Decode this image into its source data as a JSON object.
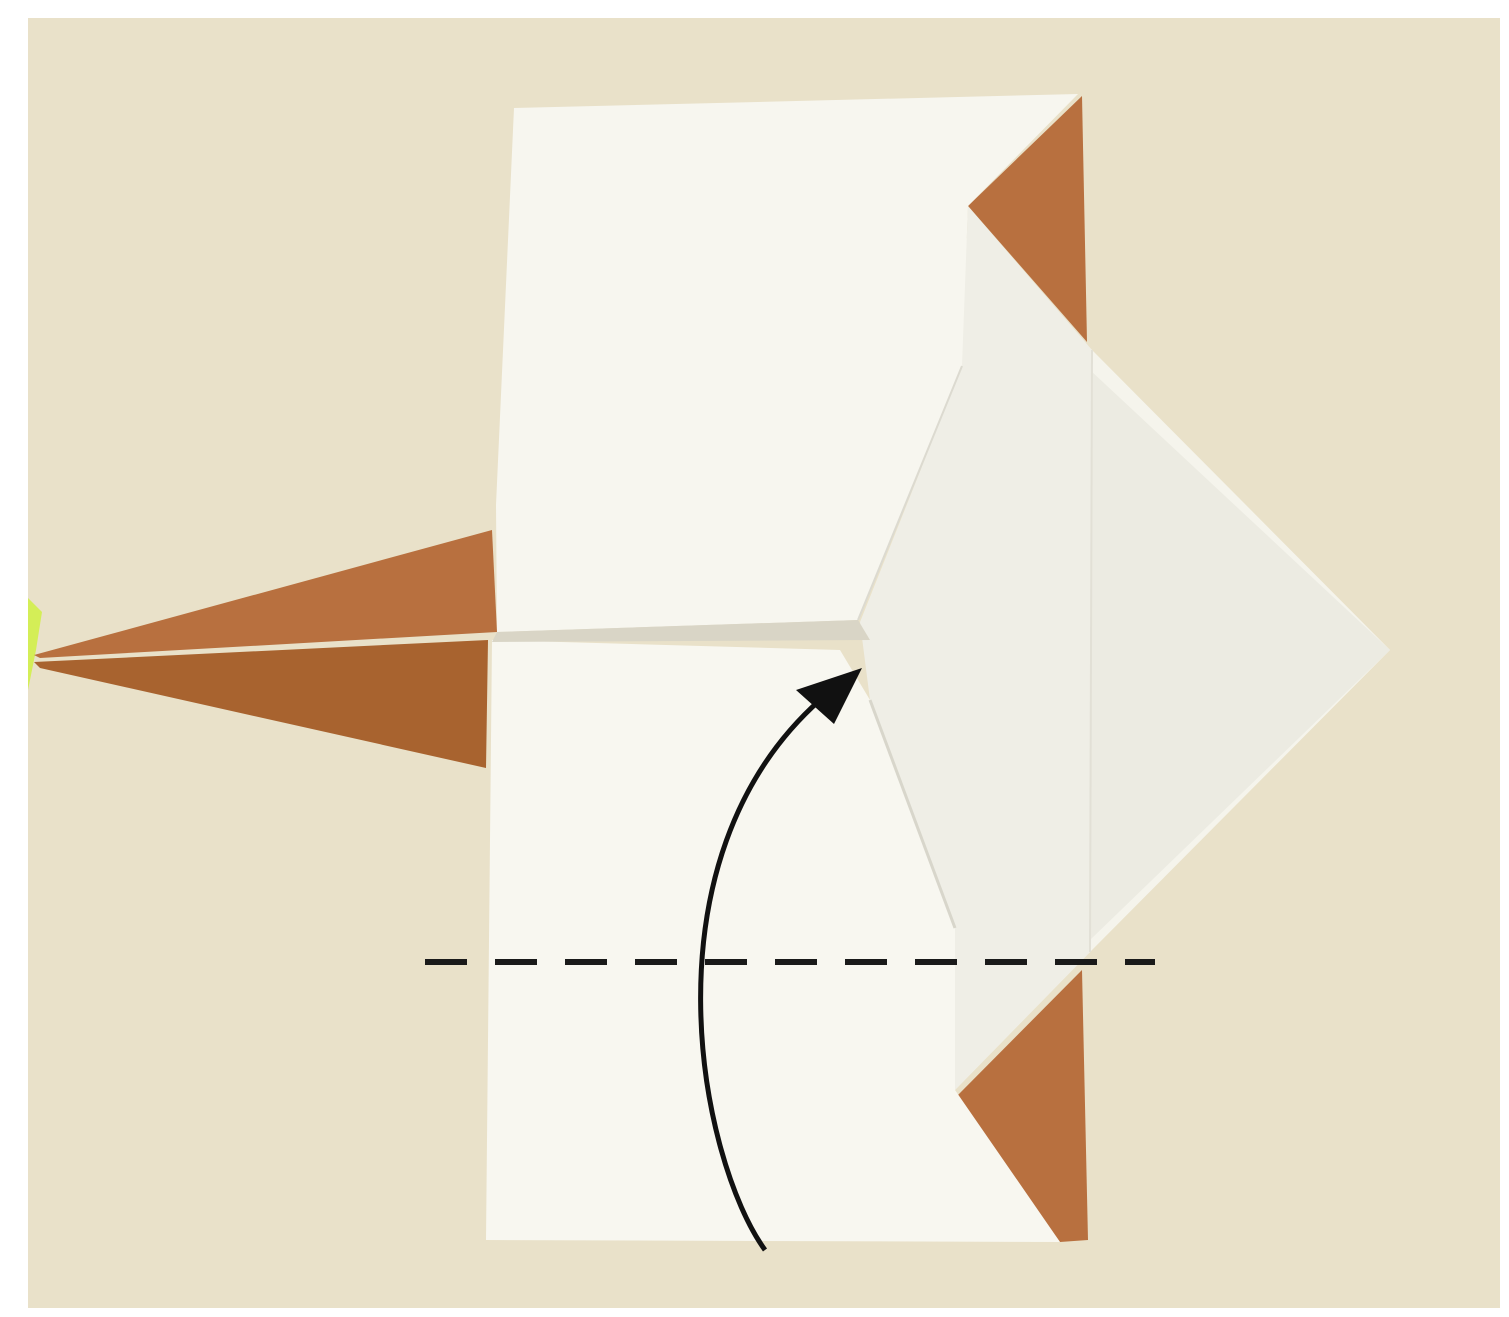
{
  "image": {
    "subject": "origami-fold-step-photo",
    "colors": {
      "frame": "#ffffff",
      "background": "#e9e1c9",
      "paper_white": "#f7f6ef",
      "paper_shade": "#ecebe2",
      "paper_brown": "#b8703f",
      "paper_brown_dark": "#9c5a2e",
      "marker_green": "#d4ee57",
      "fold_line": "#1a1a1a",
      "arrow": "#111111"
    },
    "annotations": {
      "fold_line_style": "dashed",
      "arrow_direction": "upward-curve",
      "arrow_icon": "curved-arrow-icon"
    }
  }
}
